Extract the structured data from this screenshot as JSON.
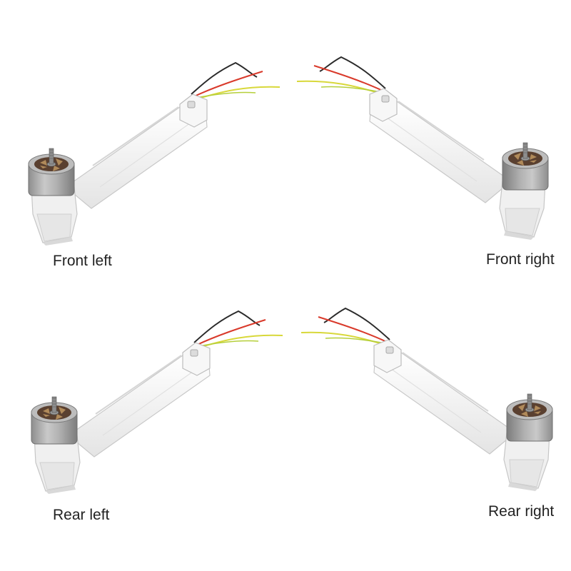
{
  "labels": {
    "front_left": "Front left",
    "front_right": "Front right",
    "rear_left": "Rear left",
    "rear_right": "Rear right"
  },
  "colors": {
    "arm_body": "#f4f4f4",
    "arm_shade": "#e2e2e2",
    "arm_outline": "#c8c8c8",
    "motor_metal": "#a9a9a9",
    "motor_dark": "#7a7a7a",
    "motor_winding": "#6b4a2e",
    "wire_black": "#2a2a2a",
    "wire_red": "#d93a2b",
    "wire_yellow": "#d8d83a",
    "wire_green": "#b5cf3a"
  }
}
